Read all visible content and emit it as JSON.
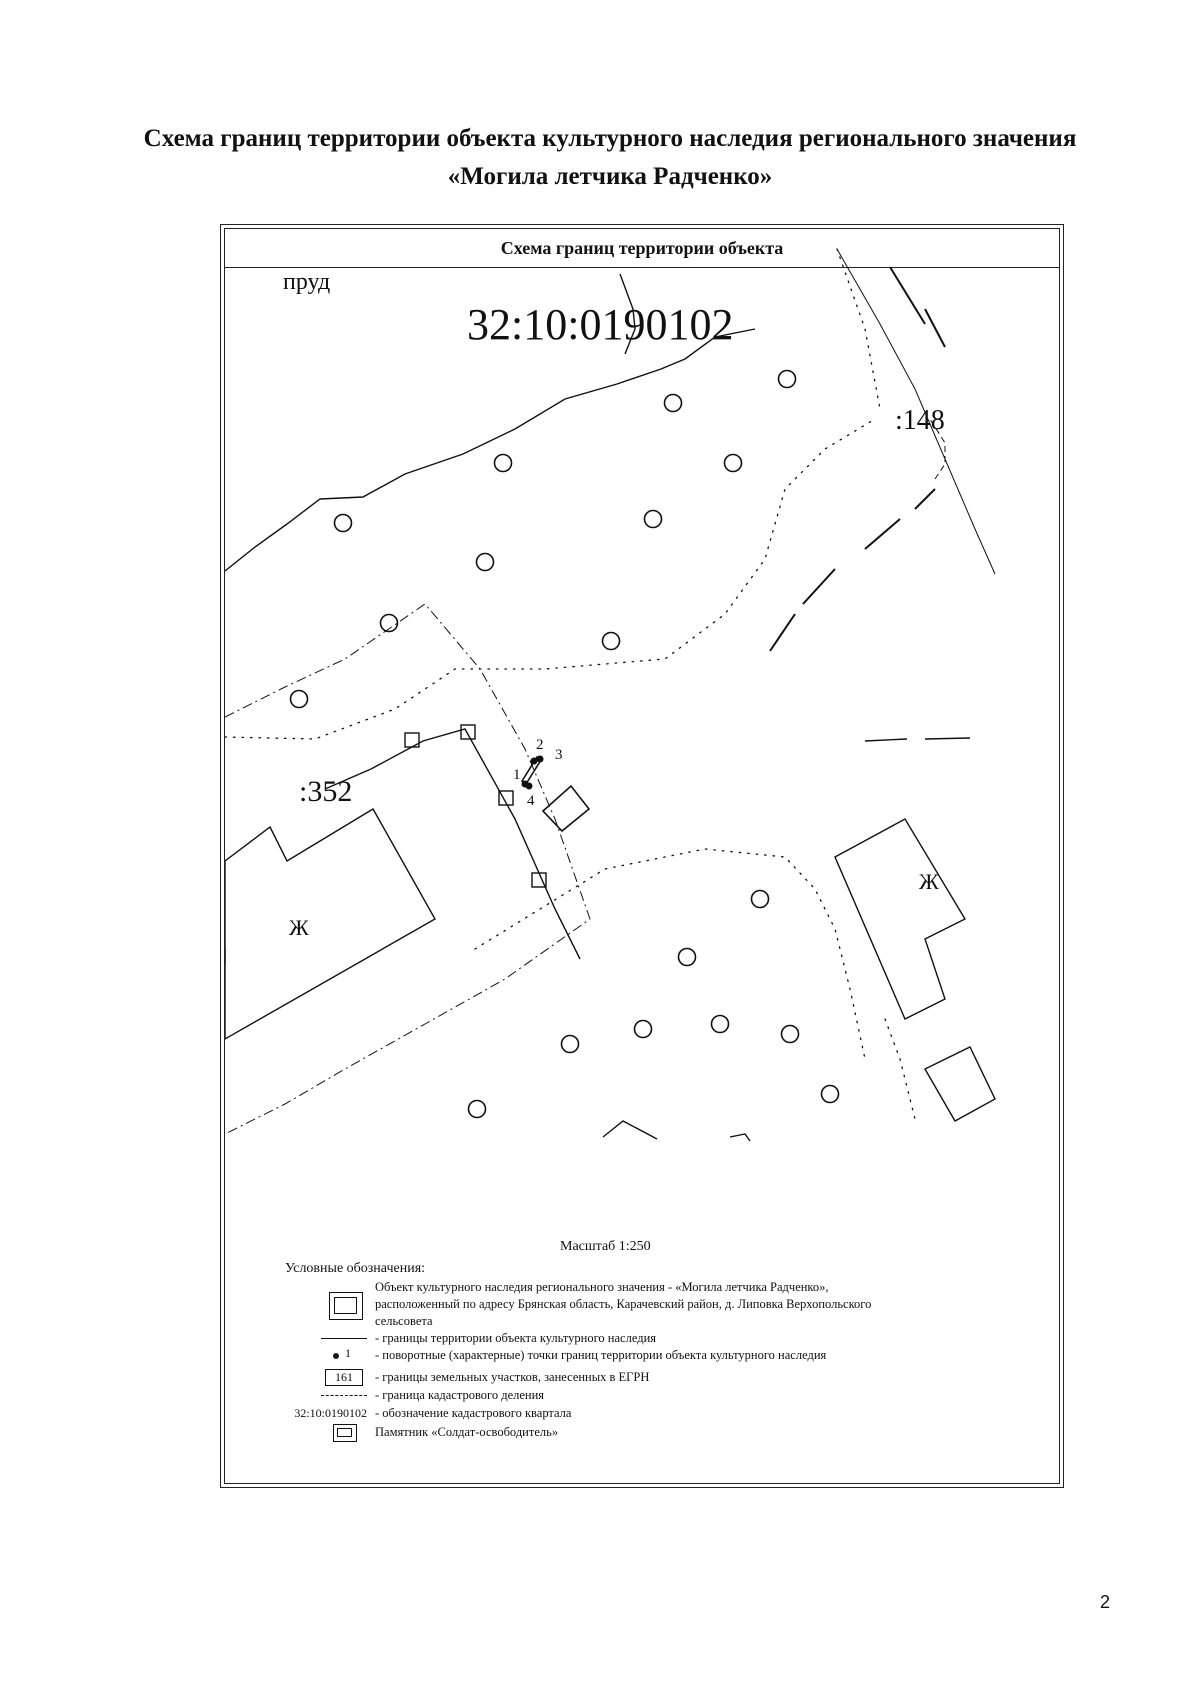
{
  "document": {
    "title": "Схема границ территории объекта культурного наследия регионального значения «Могила летчика Радченко»",
    "page_number": "2"
  },
  "map": {
    "header": "Схема границ территории объекта",
    "labels": {
      "pond": "пруд",
      "cadastral_block": "32:10:0190102",
      "parcel_148": ":148",
      "parcel_352": ":352",
      "building_left": "Ж",
      "building_right": "Ж"
    },
    "points": [
      "1",
      "2",
      "3",
      "4"
    ],
    "scale": "Масштаб 1:250"
  },
  "legend": {
    "heading": "Условные обозначения:",
    "items": [
      {
        "symbol": "",
        "text": "Объект культурного наследия регионального значения - «Могила летчика Радченко», расположенный по адресу  Брянская область, Карачевский район, д. Липовка Верхопольского сельсовета"
      },
      {
        "symbol": "",
        "text": "- границы территории объекта культурного наследия"
      },
      {
        "symbol": "1",
        "text": "- поворотные (характерные) точки границ территории объекта культурного наследия"
      },
      {
        "symbol": "161",
        "text": "- границы земельных участков, занесенных в ЕГРН"
      },
      {
        "symbol": "",
        "text": "- граница кадастрового деления"
      },
      {
        "symbol": "32:10:0190102",
        "text": "- обозначение кадастрового квартала"
      },
      {
        "symbol": "",
        "text": "Памятник «Солдат-освободитель»"
      }
    ]
  }
}
